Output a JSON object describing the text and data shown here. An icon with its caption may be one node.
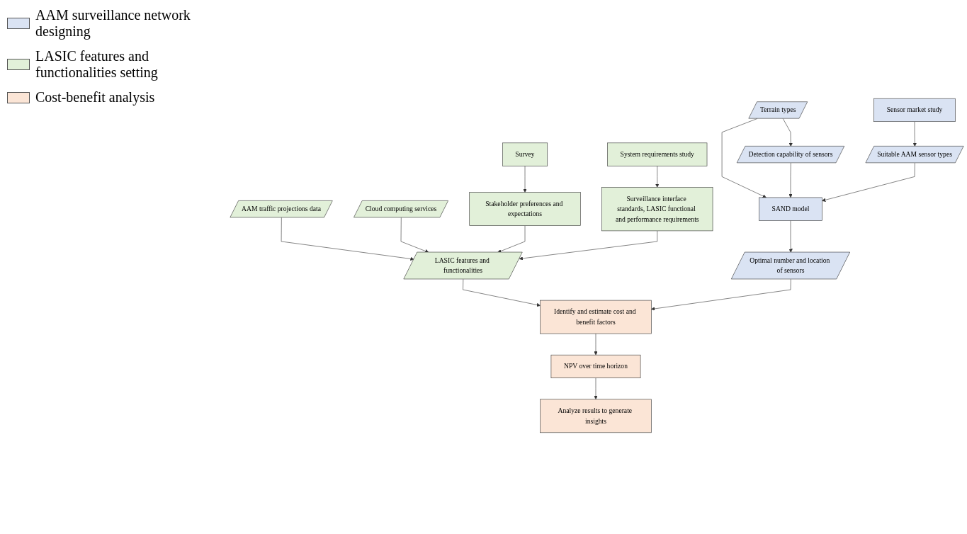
{
  "diagram": {
    "nodes": [
      {
        "text": [
          "AAM traffic projections data"
        ]
      },
      {
        "text": [
          "Cloud computing services"
        ]
      },
      {
        "text": [
          "Stakeholder preferences and expectations"
        ]
      },
      {
        "text": [
          "Survey"
        ]
      },
      {
        "text": [
          "Surveillance interface standards, LASIC functional and performance requirements"
        ]
      },
      {
        "text": [
          "System requirements study"
        ]
      },
      {
        "text": [
          "Terrain types"
        ]
      },
      {
        "text": [
          "Detection capability of sensors"
        ]
      },
      {
        "text": [
          "LASIC features and functionalities"
        ]
      },
      {
        "text": [
          "SAND model"
        ]
      },
      {
        "text": [
          "Identify and estimate cost and benefit factors"
        ]
      },
      {
        "text": [
          "NPV over time horizon"
        ]
      },
      {
        "text": [
          "Suitable AAM sensor types"
        ]
      },
      {
        "text": [
          "Analyze results to generate insights"
        ]
      },
      {
        "text": [
          "Optimal number and location of sensors"
        ]
      },
      {
        "text": [
          "Sensor market study"
        ]
      }
    ],
    "edges": [
      {
        "from": 3,
        "to": 2,
        "arrow": "to"
      },
      {
        "from": 5,
        "to": 4,
        "arrow": "to"
      },
      {
        "from": 0,
        "to": 8,
        "arrow": "to"
      },
      {
        "from": 1,
        "to": 8,
        "arrow": "to"
      },
      {
        "from": 2,
        "to": 8,
        "arrow": "to"
      },
      {
        "from": 4,
        "to": 8,
        "arrow": "to"
      },
      {
        "from": 6,
        "to": 7,
        "arrow": "to"
      },
      {
        "from": 6,
        "to": 9,
        "arrow": "to"
      },
      {
        "from": 7,
        "to": 9,
        "arrow": "to"
      },
      {
        "from": 8,
        "to": 10,
        "arrow": "to"
      },
      {
        "from": 9,
        "to": 14,
        "arrow": "to"
      },
      {
        "from": 12,
        "to": 9,
        "arrow": "to"
      },
      {
        "from": 15,
        "to": 12,
        "arrow": "to"
      },
      {
        "from": 14,
        "to": 10,
        "arrow": "to"
      },
      {
        "from": 10,
        "to": 11,
        "arrow": "to"
      },
      {
        "from": 11,
        "to": 13,
        "arrow": "to"
      }
    ],
    "legend": [
      {
        "text": "AAM surveillance network designing",
        "color": "#dae3f3"
      },
      {
        "text": "LASIC features and functionalities setting",
        "color": "#e2f0d9"
      },
      {
        "text": "Cost-benefit analysis",
        "color": "#fbe5d6"
      }
    ]
  }
}
